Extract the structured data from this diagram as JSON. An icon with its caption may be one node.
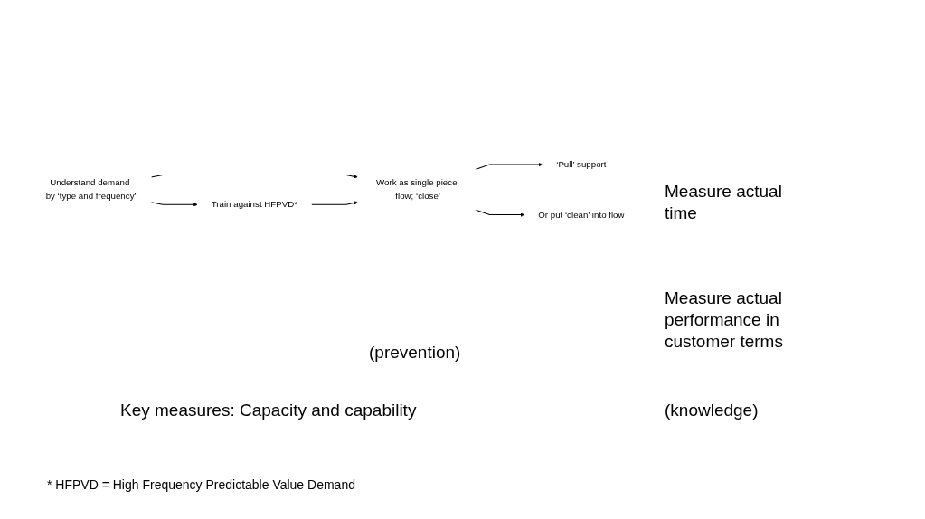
{
  "diagram": {
    "caption": "* HFPVD = High Frequency Predictable Value Demand",
    "nodes": [
      {
        "text": [
          "Train against HFPVD*"
        ]
      },
      {
        "text": [
          "Understand demand by ‘type and frequency’"
        ]
      },
      {
        "text": [
          "Work as single piece flow; ‘close’"
        ]
      },
      {
        "text": [
          "‘Pull’ support"
        ]
      },
      {
        "text": [
          "Or put ‘clean’ into flow"
        ]
      }
    ],
    "edges": [
      {
        "from": 1,
        "to": 0,
        "arrow": "to"
      },
      {
        "from": 1,
        "to": 2,
        "arrow": "to"
      },
      {
        "from": 0,
        "to": 2,
        "arrow": "to"
      },
      {
        "from": 2,
        "to": 3,
        "arrow": "to"
      },
      {
        "from": 2,
        "to": 4,
        "arrow": "to"
      }
    ],
    "labels": [
      "Measure actual time",
      "Measure actual performance in customer terms",
      "(prevention)",
      "Key measures: Capacity and capability",
      "(knowledge)"
    ]
  }
}
